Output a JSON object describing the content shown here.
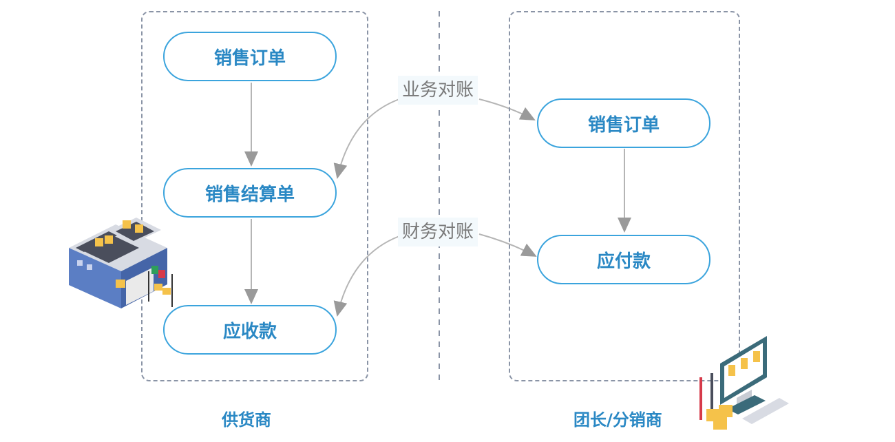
{
  "supplier": {
    "title": "供货商",
    "nodes": [
      "销售订单",
      "销售结算单",
      "应收款"
    ]
  },
  "distributor": {
    "title": "团长/分销商",
    "nodes": [
      "销售订单",
      "应付款"
    ]
  },
  "edges": {
    "business_reconciliation": "业务对账",
    "financial_reconciliation": "财务对账"
  },
  "colors": {
    "node_border": "#3ba4dd",
    "node_text": "#2a88c4",
    "dashed_border": "#8a94a6",
    "arrow": "#b5b5b5"
  }
}
